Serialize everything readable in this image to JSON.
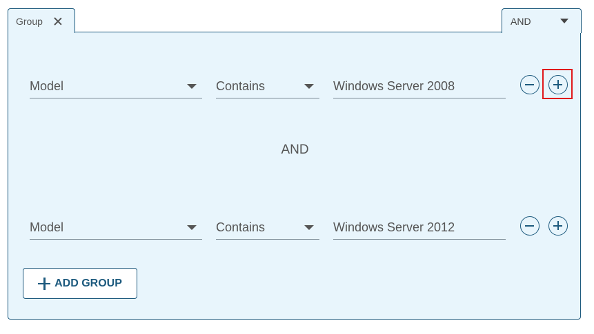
{
  "group_tab": {
    "label": "Group",
    "close_icon": "close-icon"
  },
  "combinator": {
    "selected": "AND",
    "icon": "chevron-down-icon"
  },
  "rules": [
    {
      "field": "Model",
      "operator": "Contains",
      "value": "Windows Server 2008",
      "remove_icon": "minus-circle-icon",
      "add_icon": "plus-circle-icon"
    },
    {
      "field": "Model",
      "operator": "Contains",
      "value": "Windows Server 2012",
      "remove_icon": "minus-circle-icon",
      "add_icon": "plus-circle-icon"
    }
  ],
  "separator_label": "AND",
  "add_group": {
    "label": "ADD GROUP",
    "icon": "plus-icon"
  },
  "colors": {
    "accent": "#1d5a7e",
    "panel_bg": "#e8f5fc",
    "highlight": "#e0181b"
  }
}
